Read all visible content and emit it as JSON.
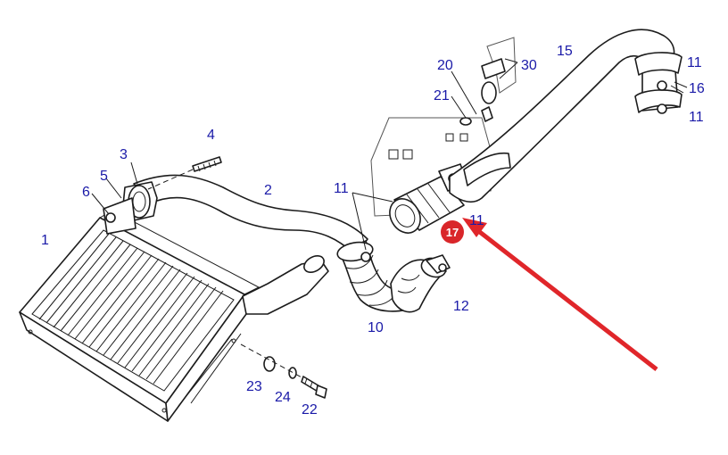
{
  "diagram": {
    "callouts": [
      {
        "id": "c1",
        "text": "1"
      },
      {
        "id": "c2",
        "text": "2"
      },
      {
        "id": "c3",
        "text": "3"
      },
      {
        "id": "c4",
        "text": "4"
      },
      {
        "id": "c5",
        "text": "5"
      },
      {
        "id": "c6",
        "text": "6"
      },
      {
        "id": "c10",
        "text": "10"
      },
      {
        "id": "c11a",
        "text": "11"
      },
      {
        "id": "c11b",
        "text": "11"
      },
      {
        "id": "c11c",
        "text": "11"
      },
      {
        "id": "c11d",
        "text": "11"
      },
      {
        "id": "c12",
        "text": "12"
      },
      {
        "id": "c15",
        "text": "15"
      },
      {
        "id": "c16",
        "text": "16"
      },
      {
        "id": "c20",
        "text": "20"
      },
      {
        "id": "c21",
        "text": "21"
      },
      {
        "id": "c22",
        "text": "22"
      },
      {
        "id": "c23",
        "text": "23"
      },
      {
        "id": "c24",
        "text": "24"
      },
      {
        "id": "c30",
        "text": "30"
      }
    ],
    "highlight": {
      "badge_text": "17",
      "badge_color": "#d9262a",
      "arrow_color": "#e0262a"
    },
    "label_color": "#1a1aa8"
  }
}
